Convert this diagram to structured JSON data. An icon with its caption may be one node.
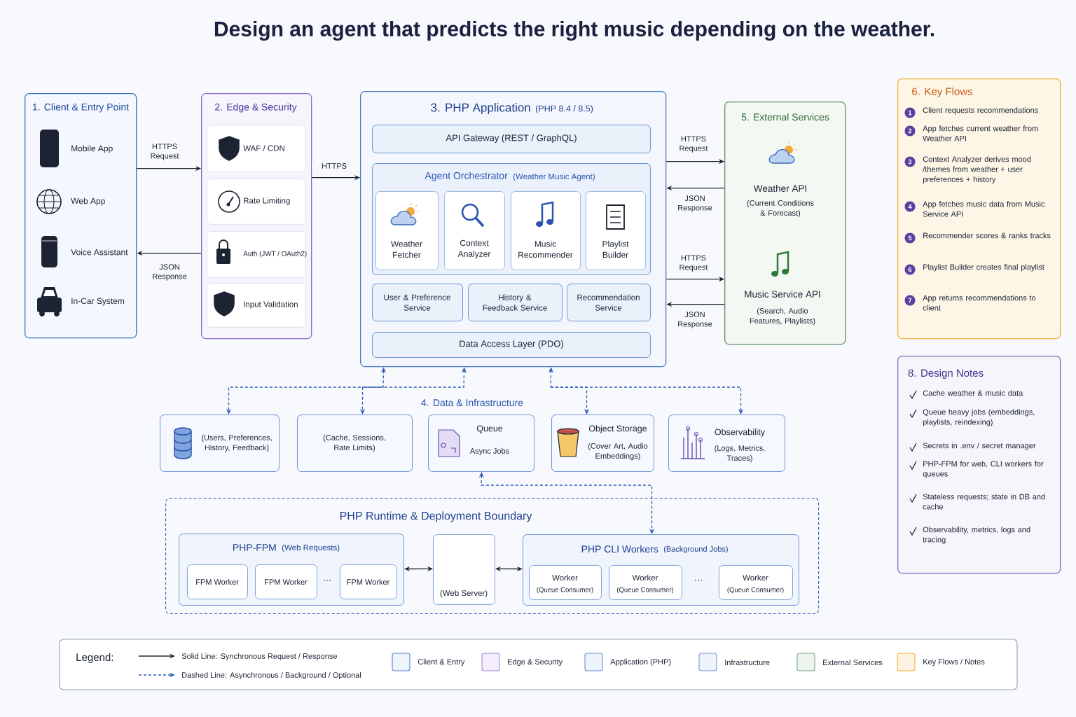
{
  "diagram": {
    "title": "Design an agent that predicts the right music depending on the weather.",
    "nodes": [
      {
        "text": [
          "1. Client & Entry Point",
          "Mobile App",
          "Web App",
          "Voice Assistant",
          "In-Car System"
        ]
      },
      {
        "text": [
          "2. Edge & Security"
        ]
      },
      {
        "text": [
          "WAF / CDN"
        ],
        "in": 1
      },
      {
        "text": [
          "Rate Limiting"
        ],
        "in": 1
      },
      {
        "text": [
          "Auth (JWT / OAuth2)"
        ],
        "in": 1
      },
      {
        "text": [
          "Input Validation"
        ],
        "in": 1
      },
      {
        "text": [
          "3. PHP Application",
          "(PHP 8.4 / 8.5)"
        ]
      },
      {
        "text": [
          "API Gateway (REST / GraphQL)"
        ],
        "in": 6
      },
      {
        "text": [
          "Agent Orchestrator",
          "(Weather Music Agent)"
        ],
        "in": 6
      },
      {
        "text": [
          "Weather Fetcher"
        ],
        "in": 8
      },
      {
        "text": [
          "Context Analyzer"
        ],
        "in": 8
      },
      {
        "text": [
          "Music Recommender"
        ],
        "in": 8
      },
      {
        "text": [
          "Playlist Builder"
        ],
        "in": 8
      },
      {
        "text": [
          "User & Preference Service"
        ],
        "in": 6
      },
      {
        "text": [
          "History & Feedback Service"
        ],
        "in": 6
      },
      {
        "text": [
          "Recommendation Service"
        ],
        "in": 6
      },
      {
        "text": [
          "Data Access Layer (PDO)"
        ],
        "in": 6
      },
      {
        "text": [
          "5. External Services",
          "Weather API",
          "(Current Conditions & Forecast)",
          "Music Service API",
          "(Search, Audio Features, Playlists)"
        ]
      },
      {
        "text": [
          "(Users, Preferences, History, Feedback)"
        ]
      },
      {
        "text": [
          "(Cache, Sessions, Rate Limits)"
        ]
      },
      {
        "text": [
          "Queue",
          "Async Jobs"
        ]
      },
      {
        "text": [
          "Object Storage",
          "(Cover Art, Audio Embeddings)"
        ]
      },
      {
        "text": [
          "Observability",
          "(Logs, Metrics, Traces)"
        ]
      },
      {
        "text": [
          "PHP Runtime & Deployment Boundary"
        ]
      },
      {
        "text": [
          "PHP-FPM",
          "(Web Requests)"
        ],
        "in": 23
      },
      {
        "text": [
          "FPM Worker"
        ],
        "in": 24
      },
      {
        "text": [
          "FPM Worker"
        ],
        "in": 24
      },
      {
        "text": [
          "FPM Worker"
        ],
        "in": 24
      },
      {
        "text": [
          "(Web Server)"
        ],
        "in": 23
      },
      {
        "text": [
          "PHP CLI Workers",
          "(Background Jobs)"
        ],
        "in": 23
      },
      {
        "text": [
          "Worker",
          "(Queue Consumer)"
        ],
        "in": 29
      },
      {
        "text": [
          "Worker",
          "(Queue Consumer)"
        ],
        "in": 29
      },
      {
        "text": [
          "Worker",
          "(Queue Consumer)"
        ],
        "in": 29
      },
      {
        "text": [
          "6. Key Flows",
          "1",
          "Client requests recommendations",
          "2",
          "App fetches current weather from Weather API",
          "3",
          "Context Analyzer derives mood /themes from weather + user preferences + history",
          "4",
          "App fetches music data from Music Service API",
          "5",
          "Recommender scores & ranks tracks",
          "6",
          "Playlist Builder creates final playlist",
          "7",
          "App returns recommendations to client"
        ]
      },
      {
        "text": [
          "8. Design Notes",
          "Cache weather & music data",
          "Queue heavy jobs (embeddings, playlists, reindexing)",
          "Secrets in .env / secret manager",
          "PHP-FPM for web, CLI workers for queues",
          "Stateless requests; state in DB and cache",
          "Observability, metrics, logs and tracing"
        ]
      }
    ],
    "edges": [
      {
        "from": 0,
        "to": 1,
        "arrow": "to",
        "label": "HTTPS Request"
      },
      {
        "from": 1,
        "to": 0,
        "arrow": "to",
        "label": "JSON Response"
      },
      {
        "from": 1,
        "to": 6,
        "arrow": "to",
        "label": "HTTPS"
      },
      {
        "from": 6,
        "to": 17,
        "arrow": "to",
        "label": "HTTPS Request"
      },
      {
        "from": 17,
        "to": 6,
        "arrow": "to",
        "label": "JSON Response"
      },
      {
        "from": 6,
        "to": 17,
        "arrow": "to",
        "label": "HTTPS Request"
      },
      {
        "from": 17,
        "to": 6,
        "arrow": "to",
        "label": "JSON Response"
      },
      {
        "from": 6,
        "to": 18,
        "arrow": "both",
        "style": "dashed",
        "color": "#2a5bb8"
      },
      {
        "from": 6,
        "to": 19,
        "arrow": "both",
        "style": "dashed",
        "color": "#2a5bb8"
      },
      {
        "from": 6,
        "to": 21,
        "arrow": "both",
        "style": "dashed",
        "color": "#2a5bb8"
      },
      {
        "from": 6,
        "to": 22,
        "arrow": "both",
        "style": "dashed",
        "color": "#2a5bb8"
      },
      {
        "from": 20,
        "to": 29,
        "arrow": "both",
        "style": "dashed",
        "color": "#2a5bb8"
      },
      {
        "from": 24,
        "to": 28,
        "arrow": "both"
      },
      {
        "from": 28,
        "to": 29,
        "arrow": "both"
      }
    ],
    "labels": [
      "4. Data & Infrastructure",
      "…",
      "…",
      "Legend:"
    ],
    "legend": [
      {
        "text": "Solid Line: Synchronous Request / Response"
      },
      {
        "text": "Dashed Line: Asynchronous / Background / Optional"
      },
      {
        "text": "Client & Entry",
        "color": "#eef3fc"
      },
      {
        "text": "Edge & Security",
        "color": "#f3eefb"
      },
      {
        "text": "Application (PHP)",
        "color": "#edf2fb"
      },
      {
        "text": "Infrastructure",
        "color": "#eef2fa"
      },
      {
        "text": "External Services",
        "color": "#eef5ef"
      },
      {
        "text": "Key Flows / Notes",
        "color": "#fdf3e2"
      }
    ]
  }
}
